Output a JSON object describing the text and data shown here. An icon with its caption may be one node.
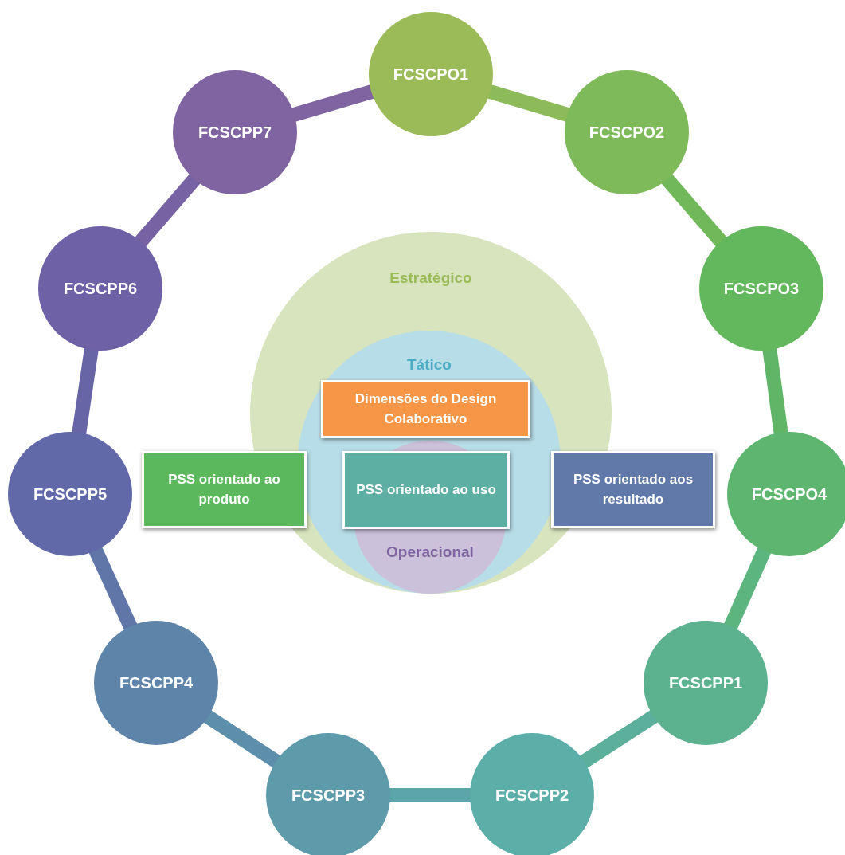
{
  "diagram": {
    "nodes": [
      {
        "text": [
          "FCSCPO1"
        ]
      },
      {
        "text": [
          "FCSCPO2"
        ]
      },
      {
        "text": [
          "FCSCPO3"
        ]
      },
      {
        "text": [
          "FCSCPO4"
        ]
      },
      {
        "text": [
          "FCSCPP1"
        ]
      },
      {
        "text": [
          "FCSCPP2"
        ]
      },
      {
        "text": [
          "FCSCPP3"
        ]
      },
      {
        "text": [
          "FCSCPP4"
        ]
      },
      {
        "text": [
          "FCSCPP5"
        ]
      },
      {
        "text": [
          "FCSCPP6"
        ]
      },
      {
        "text": [
          "FCSCPP7"
        ]
      },
      {
        "text": [
          "Estratégico"
        ]
      },
      {
        "text": [
          "Tático"
        ],
        "in": 11
      },
      {
        "text": [
          "Operacional"
        ],
        "in": 12
      },
      {
        "text": [
          "Dimensões do Design Colaborativo"
        ],
        "in": 12
      },
      {
        "text": [
          "PSS orientado ao produto"
        ]
      },
      {
        "text": [
          "PSS orientado ao uso"
        ],
        "in": 13
      },
      {
        "text": [
          "PSS orientado aos resultado"
        ]
      }
    ],
    "edges": [
      {
        "from": 0,
        "to": 1,
        "arrow": "none",
        "color": "#8dbb5a"
      },
      {
        "from": 1,
        "to": 2,
        "arrow": "none",
        "color": "#71b85b"
      },
      {
        "from": 2,
        "to": 3,
        "arrow": "none",
        "color": "#60b666"
      },
      {
        "from": 3,
        "to": 4,
        "arrow": "none",
        "color": "#5cb47e"
      },
      {
        "from": 4,
        "to": 5,
        "arrow": "none",
        "color": "#5cb09b"
      },
      {
        "from": 5,
        "to": 6,
        "arrow": "none",
        "color": "#5ca5aa"
      },
      {
        "from": 6,
        "to": 7,
        "arrow": "none",
        "color": "#5e8faa"
      },
      {
        "from": 7,
        "to": 8,
        "arrow": "none",
        "color": "#6076a9"
      },
      {
        "from": 8,
        "to": 9,
        "arrow": "none",
        "color": "#6865a7"
      },
      {
        "from": 9,
        "to": 10,
        "arrow": "none",
        "color": "#7762a4"
      },
      {
        "from": 10,
        "to": 0,
        "arrow": "none",
        "color": "#8064a2"
      }
    ]
  }
}
